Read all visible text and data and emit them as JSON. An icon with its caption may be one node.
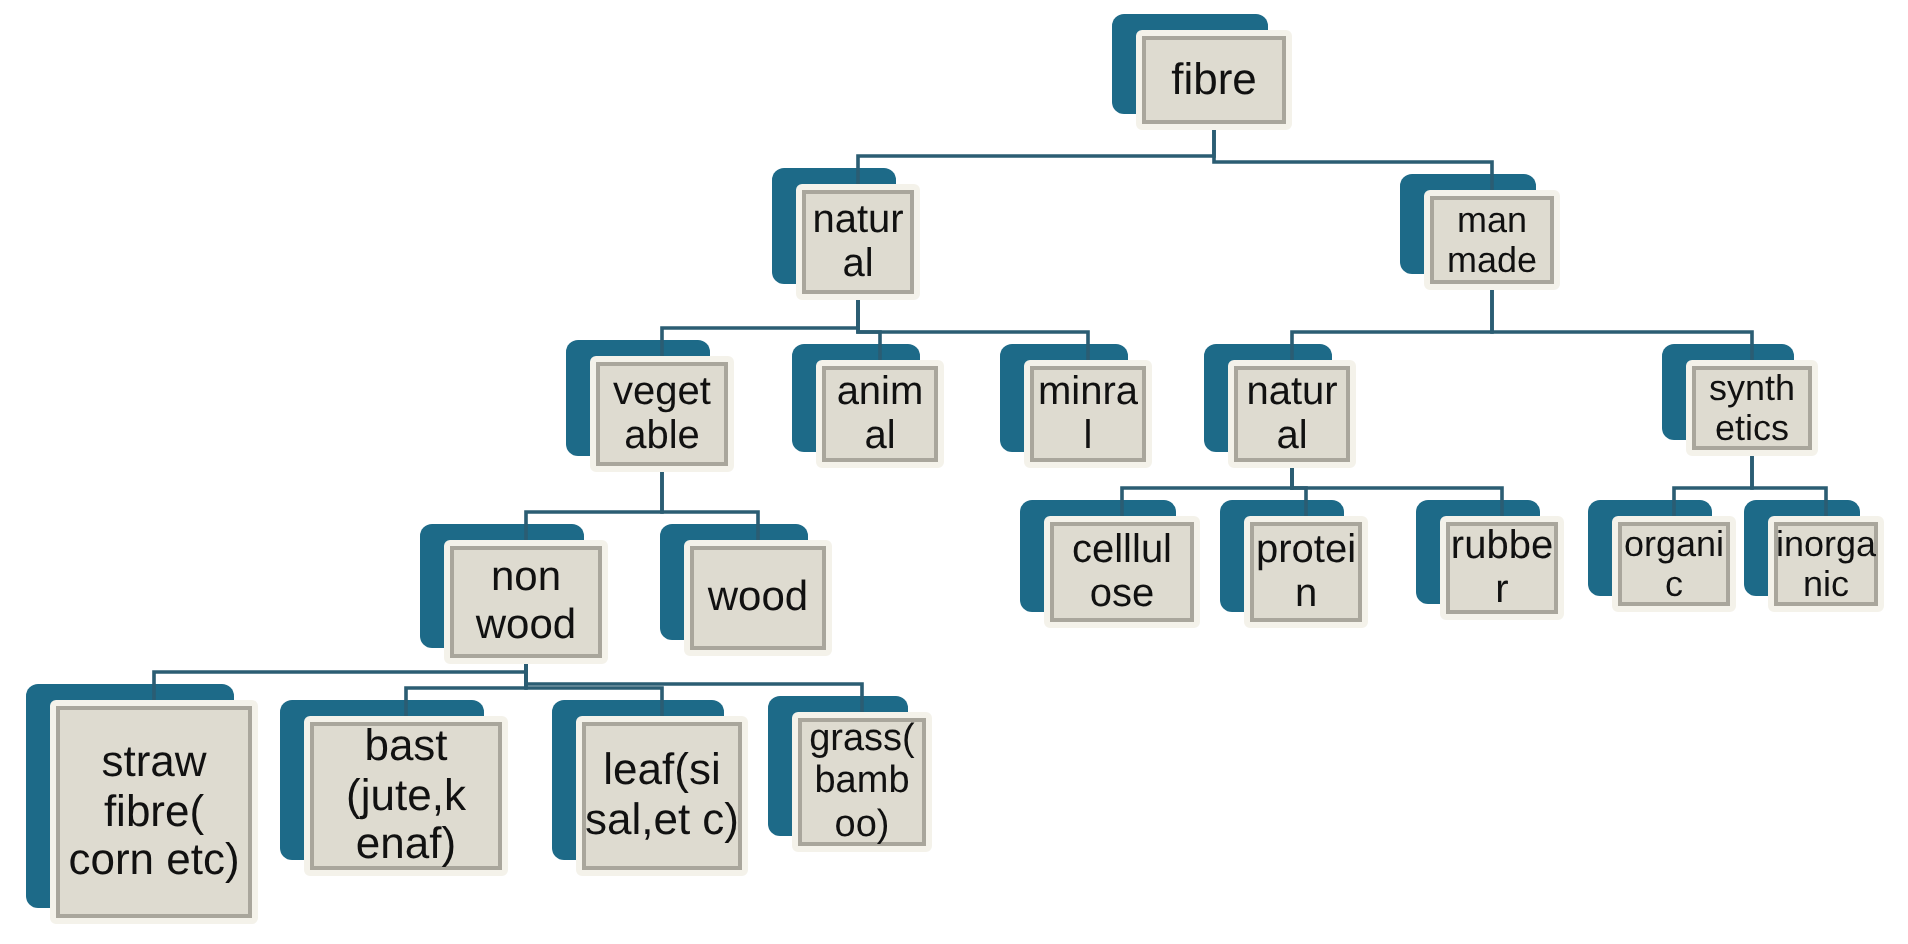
{
  "diagram": {
    "nodes": [
      {
        "text": [
          "fibre"
        ]
      },
      {
        "text": [
          "natur al"
        ]
      },
      {
        "text": [
          "man made"
        ]
      },
      {
        "text": [
          "veget able"
        ]
      },
      {
        "text": [
          "anim al"
        ]
      },
      {
        "text": [
          "minra l"
        ]
      },
      {
        "text": [
          "natur al"
        ]
      },
      {
        "text": [
          "synth etics"
        ]
      },
      {
        "text": [
          "celllul ose"
        ]
      },
      {
        "text": [
          "protei n"
        ]
      },
      {
        "text": [
          "rubbe r"
        ]
      },
      {
        "text": [
          "organi c"
        ]
      },
      {
        "text": [
          "inorga nic"
        ]
      },
      {
        "text": [
          "non wood"
        ]
      },
      {
        "text": [
          "wood"
        ]
      },
      {
        "text": [
          "straw fibre( corn etc)"
        ]
      },
      {
        "text": [
          "bast (jute,k enaf)"
        ]
      },
      {
        "text": [
          "leaf(si sal,et c)"
        ]
      },
      {
        "text": [
          "grass( bamb oo)"
        ]
      }
    ],
    "edges": [
      {
        "from": 0,
        "to": 1,
        "arrow": "none"
      },
      {
        "from": 0,
        "to": 2,
        "arrow": "none"
      },
      {
        "from": 1,
        "to": 3,
        "arrow": "none"
      },
      {
        "from": 1,
        "to": 4,
        "arrow": "none"
      },
      {
        "from": 1,
        "to": 5,
        "arrow": "none"
      },
      {
        "from": 2,
        "to": 6,
        "arrow": "none"
      },
      {
        "from": 2,
        "to": 7,
        "arrow": "none"
      },
      {
        "from": 6,
        "to": 8,
        "arrow": "none"
      },
      {
        "from": 6,
        "to": 9,
        "arrow": "none"
      },
      {
        "from": 6,
        "to": 10,
        "arrow": "none"
      },
      {
        "from": 7,
        "to": 11,
        "arrow": "none"
      },
      {
        "from": 7,
        "to": 12,
        "arrow": "none"
      },
      {
        "from": 3,
        "to": 13,
        "arrow": "none"
      },
      {
        "from": 3,
        "to": 14,
        "arrow": "none"
      },
      {
        "from": 13,
        "to": 15,
        "arrow": "none"
      },
      {
        "from": 13,
        "to": 16,
        "arrow": "none"
      },
      {
        "from": 13,
        "to": 17,
        "arrow": "none"
      },
      {
        "from": 13,
        "to": 18,
        "arrow": "none"
      }
    ]
  }
}
